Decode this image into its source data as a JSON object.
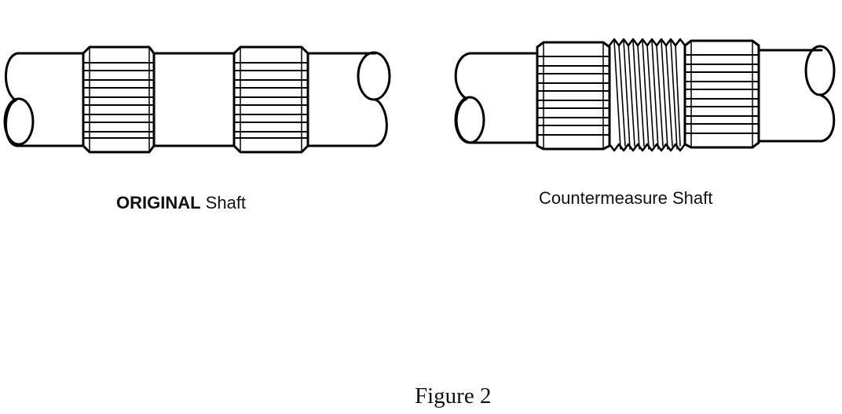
{
  "shafts": {
    "original": {
      "label_bold": "ORIGINAL",
      "label_rest": " Shaft"
    },
    "countermeasure": {
      "label": "Countermeasure Shaft"
    }
  },
  "caption": "Figure 2"
}
